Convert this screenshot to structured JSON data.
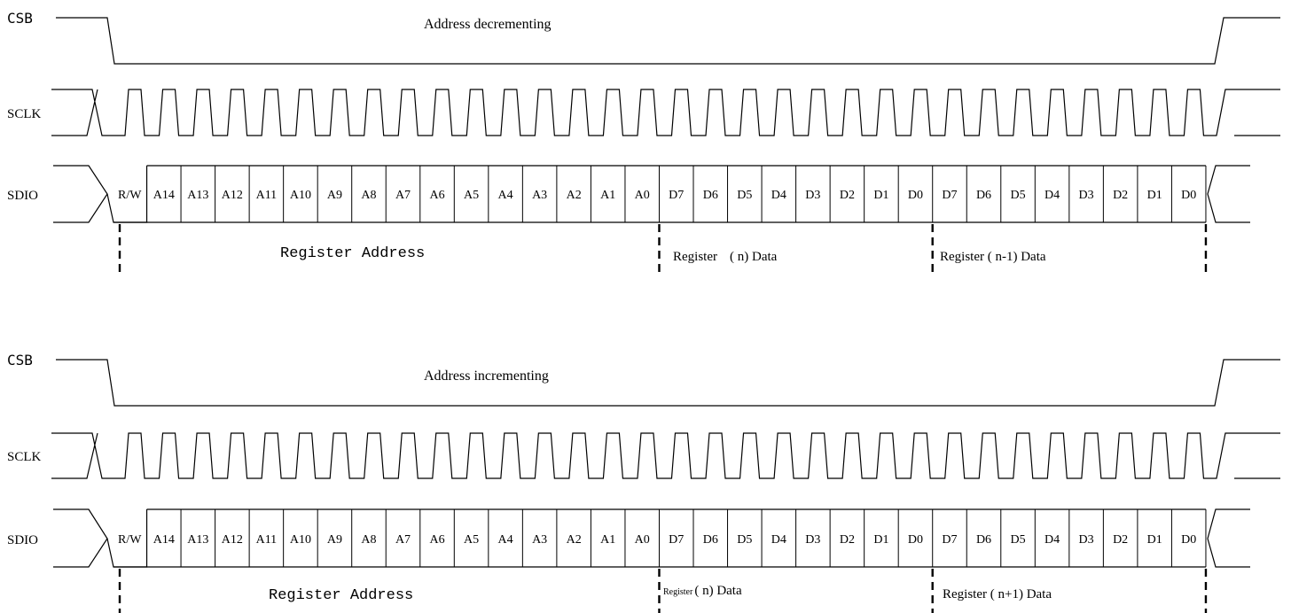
{
  "signals": {
    "csb": "CSB",
    "sclk": "SCLK",
    "sdio": "SDIO"
  },
  "bits": [
    "R/W",
    "A14",
    "A13",
    "A12",
    "A11",
    "A10",
    "A9",
    "A8",
    "A7",
    "A6",
    "A5",
    "A4",
    "A3",
    "A2",
    "A1",
    "A0",
    "D7",
    "D6",
    "D5",
    "D4",
    "D3",
    "D2",
    "D1",
    "D0",
    "D7",
    "D6",
    "D5",
    "D4",
    "D3",
    "D2",
    "D1",
    "D0"
  ],
  "panels": [
    {
      "caption": "Address decrementing",
      "spans": {
        "address": "Register Address",
        "data_n_prefix": "Register",
        "data_n_suffix": "( n) Data",
        "data_next": "Register ( n-1) Data"
      }
    },
    {
      "caption": "Address incrementing",
      "spans": {
        "address": "Register Address",
        "data_n_prefix": "Register",
        "data_n_suffix": "( n) Data",
        "data_next": "Register ( n+1) Data"
      }
    }
  ]
}
